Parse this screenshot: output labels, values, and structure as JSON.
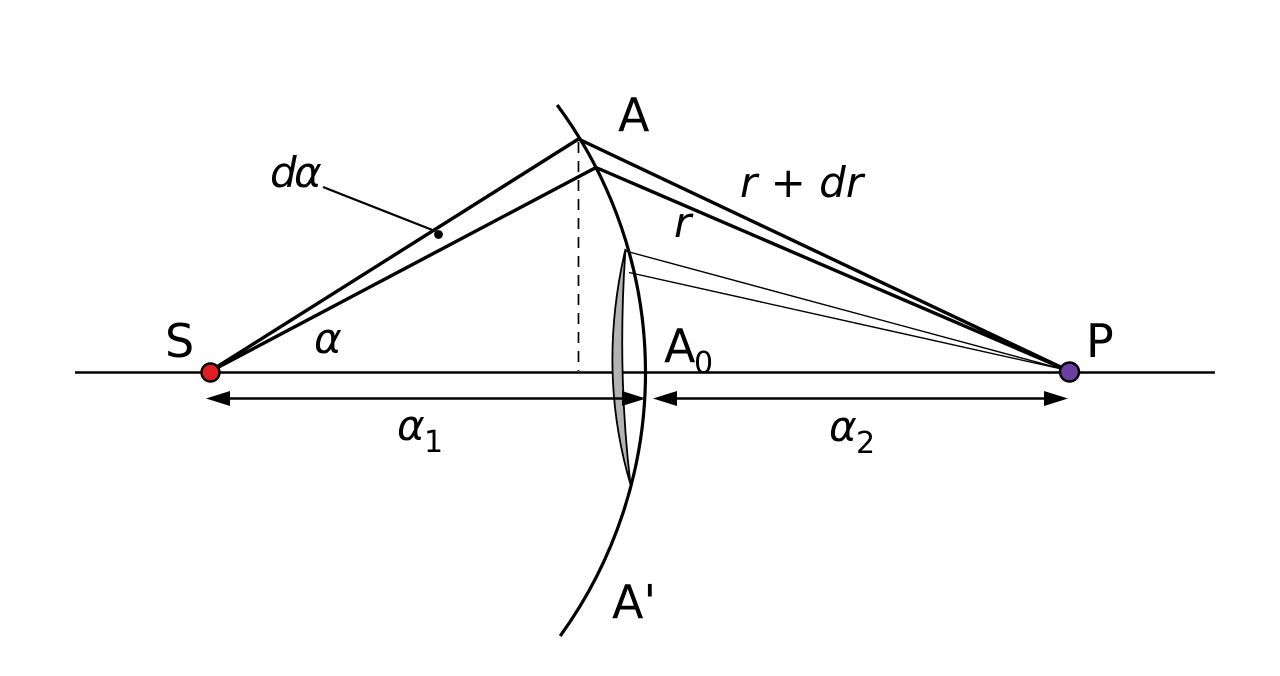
{
  "diagram": {
    "background_color": "#ffffff",
    "stroke_color": "#000000",
    "lens_fill_color": "#b3b3b3",
    "points": {
      "S": {
        "label": "S",
        "dot_color": "#e02020"
      },
      "P": {
        "label": "P",
        "dot_color": "#6a3f9e"
      },
      "A": {
        "label": "A"
      },
      "A0": {
        "base": "A",
        "sub": "0"
      },
      "A_prime": {
        "label": "A'"
      }
    },
    "path_labels": {
      "r_plus_dr": "r + dr",
      "r": "r",
      "d_alpha_d": "d",
      "d_alpha_alpha": "α",
      "alpha": "α"
    },
    "distance_labels": {
      "a1": {
        "base": "α",
        "sub": "1"
      },
      "a2": {
        "base": "α",
        "sub": "2"
      }
    }
  }
}
